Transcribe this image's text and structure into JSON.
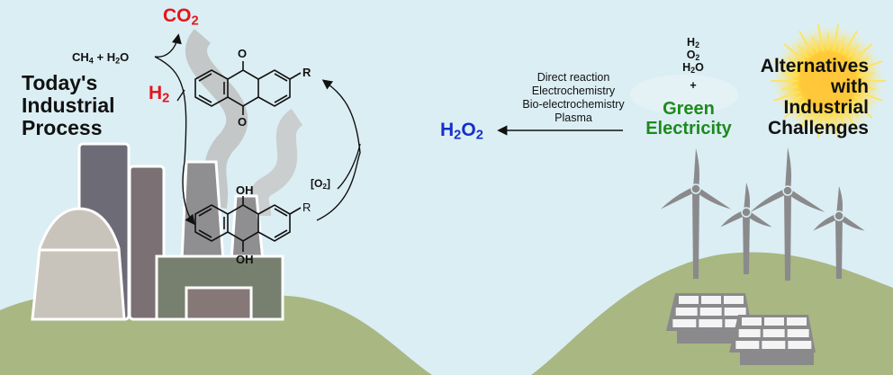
{
  "left_panel": {
    "title_lines": [
      "Today's",
      "Industrial",
      "Process"
    ],
    "reactants": {
      "ch4": "CH",
      "ch4_sub": "4",
      "plus": "+",
      "h2o": "H",
      "h2o_sub": "2",
      "h2o_end": "O"
    },
    "co2": {
      "main": "CO",
      "sub": "2"
    },
    "h2": {
      "main": "H",
      "sub": "2"
    },
    "o2_bracket": {
      "open": "[O",
      "sub": "2",
      "close": "]"
    },
    "anthraquinone": {
      "substituent": "R",
      "oxygen_top": "O",
      "oxygen_bottom": "O"
    },
    "anthrahydroquinone": {
      "substituent": "R",
      "oh_top": "OH",
      "oh_bottom": "OH"
    }
  },
  "center": {
    "methods": [
      "Direct reaction",
      "Electrochemistry",
      "Bio-electrochemistry",
      "Plasma"
    ],
    "product": {
      "h": "H",
      "sub1": "2",
      "o": "O",
      "sub2": "2"
    }
  },
  "right_panel": {
    "inputs": [
      {
        "main": "H",
        "sub": "2",
        "end": ""
      },
      {
        "main": "O",
        "sub": "2",
        "end": ""
      },
      {
        "main": "H",
        "sub": "2",
        "end": "O"
      }
    ],
    "plus": "+",
    "green_lines": [
      "Green",
      "Electricity"
    ],
    "title_lines": [
      "Alternatives",
      "with",
      "Industrial",
      "Challenges"
    ]
  },
  "colors": {
    "sky": "#dbeef4",
    "hill": "#a9b782",
    "red_label": "#e8141b",
    "blue_label": "#1530c8",
    "green_label": "#1d8a1d",
    "turbine": "#8a8a8c",
    "sun": "#ffd23a"
  }
}
